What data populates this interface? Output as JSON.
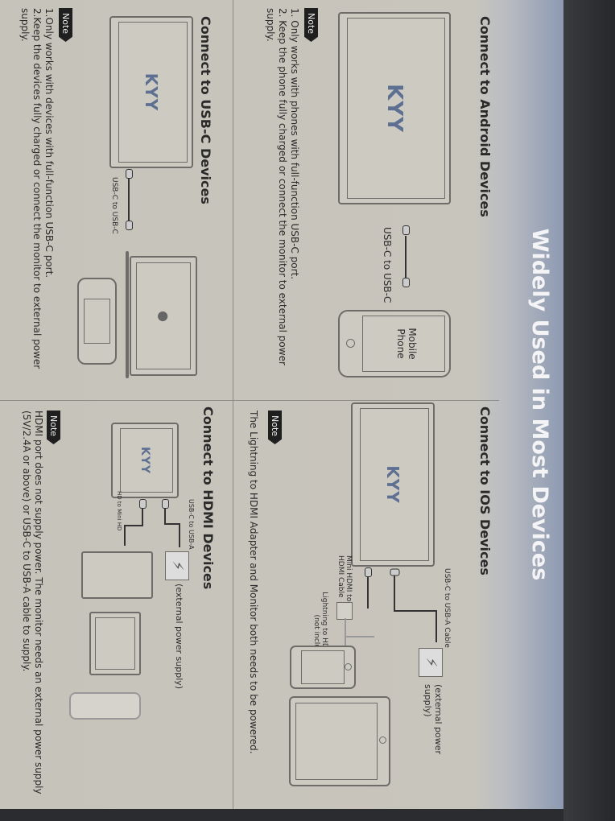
{
  "title": "Widely Used in Most Devices",
  "brand_logo": "KYY",
  "android": {
    "heading": "Connect to Android Devices",
    "cable_label": "USB-C to USB-C",
    "device_label": "Mobile Phone",
    "note_label": "Note",
    "notes": [
      "1. Only works with phones with full-function USB-C port.",
      "2. Keep the phone fully charged or connect the monitor to external power supply."
    ]
  },
  "ios": {
    "heading": "Connect to IOS Devices",
    "power_cable_label": "USB-C to USB-A Cable",
    "power_label": "(external power supply)",
    "hdmi_cable_label": "Mini HDMI to HDMI Cable",
    "adapter_label": "Lightning to HDMI Adapter (not included)",
    "note_label": "Note",
    "note": "The Lightning to HDMI Adapter and Monitor both needs to be powered."
  },
  "usbc": {
    "heading": "Connect to USB-C Devices",
    "cable_label": "USB-C to USB-C",
    "note_label": "Note",
    "notes": [
      "1.Only works with devices with full-function USB-C port.",
      "2.Keep the devices fully charged or connect the monitor to external power supply."
    ]
  },
  "hdmi": {
    "heading": "Connect to HDMI Devices",
    "power_cable_label": "USB-C to USB-A",
    "hdmi_cable_label": "HD to Mini HD",
    "power_label": "(external power supply)",
    "note_label": "Note",
    "note": "HDMI port does not supply power. The monitor needs an external power supply (5V/2.4A or above) or USB-C to USB-A cable to supply."
  }
}
